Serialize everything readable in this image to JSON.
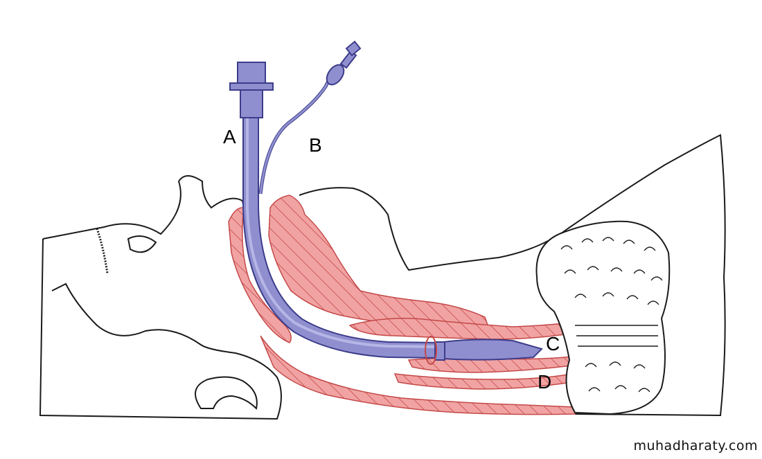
{
  "labels": {
    "a": "A",
    "b": "B",
    "c": "C",
    "d": "D"
  },
  "watermark": "muhadharaty.com",
  "colors": {
    "tube": "#8f8fd0",
    "tube_outline": "#3c3c8a",
    "tissue": "#f1a3a3",
    "tissue_hatch": "#c44848",
    "outline": "#1a1a1a"
  }
}
